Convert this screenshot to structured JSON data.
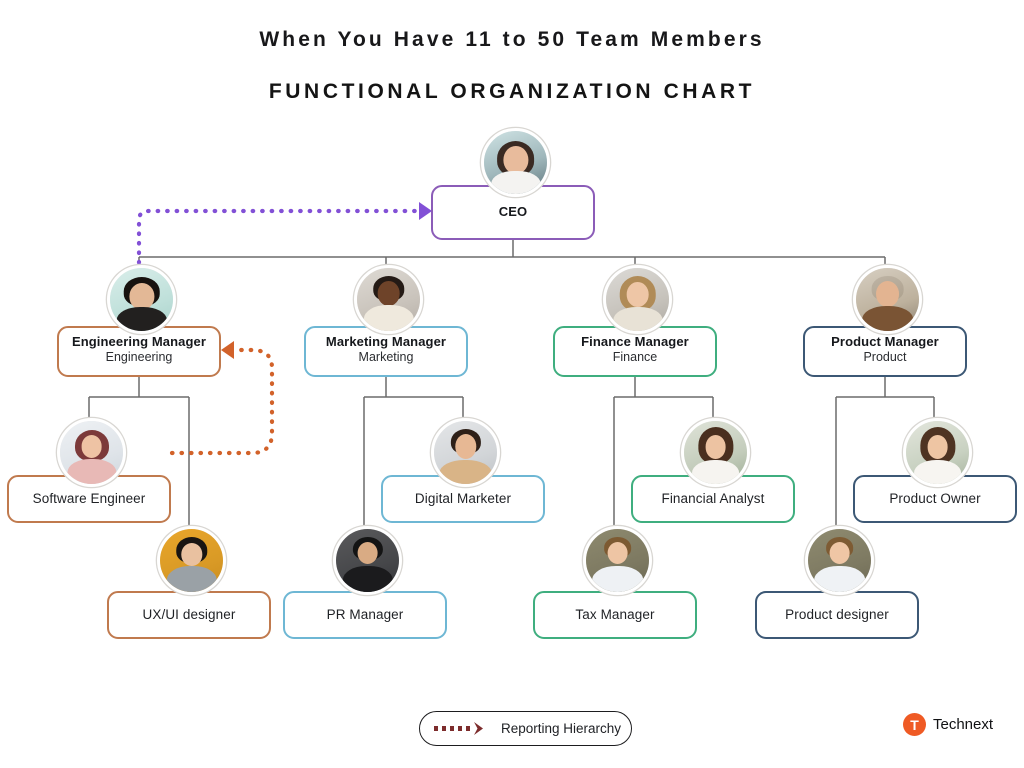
{
  "headings": {
    "line1": "When You Have 11 to 50 Team Members",
    "line2": "FUNCTIONAL ORGANIZATION CHART"
  },
  "legend": {
    "label": "Reporting Hierarchy",
    "arrow_color": "#7d2c2c",
    "icon": "dotted-arrow-icon"
  },
  "brand": {
    "mark_letter": "T",
    "name": "Technext",
    "mark_color": "#ef5a24"
  },
  "colors": {
    "ceo_border": "#8b5cb8",
    "engineering_border": "#c07a4e",
    "marketing_border": "#6eb7d4",
    "finance_border": "#3fae7f",
    "product_border": "#3c5875",
    "connector_line": "#6b6b6b",
    "purple_arrow": "#8250d6",
    "orange_arrow": "#d2622a"
  },
  "nodes": {
    "ceo": {
      "title": "CEO",
      "subtitle": "",
      "border": "#8b5cb8"
    },
    "engineering_manager": {
      "title": "Engineering Manager",
      "subtitle": "Engineering",
      "border": "#c07a4e"
    },
    "marketing_manager": {
      "title": "Marketing Manager",
      "subtitle": "Marketing",
      "border": "#6eb7d4"
    },
    "finance_manager": {
      "title": "Finance Manager",
      "subtitle": "Finance",
      "border": "#3fae7f"
    },
    "product_manager": {
      "title": "Product Manager",
      "subtitle": "Product",
      "border": "#3c5875"
    },
    "software_engineer": {
      "title": "Software Engineer",
      "subtitle": "",
      "border": "#c07a4e"
    },
    "ux_ui_designer": {
      "title": "UX/UI designer",
      "subtitle": "",
      "border": "#c07a4e"
    },
    "digital_marketer": {
      "title": "Digital Marketer",
      "subtitle": "",
      "border": "#6eb7d4"
    },
    "pr_manager": {
      "title": "PR Manager",
      "subtitle": "",
      "border": "#6eb7d4"
    },
    "financial_analyst": {
      "title": "Financial Analyst",
      "subtitle": "",
      "border": "#3fae7f"
    },
    "tax_manager": {
      "title": "Tax Manager",
      "subtitle": "",
      "border": "#3fae7f"
    },
    "product_owner": {
      "title": "Product Owner",
      "subtitle": "",
      "border": "#3c5875"
    },
    "product_designer": {
      "title": "Product designer",
      "subtitle": "",
      "border": "#3c5875"
    }
  },
  "chart_data": {
    "type": "diagram",
    "title": "FUNCTIONAL ORGANIZATION CHART",
    "subtitle": "When You Have 11 to 50 Team Members",
    "root": "CEO",
    "levels": 3,
    "hierarchy": [
      {
        "name": "CEO",
        "department": "",
        "children": [
          {
            "name": "Engineering Manager",
            "department": "Engineering",
            "children": [
              {
                "name": "Software Engineer",
                "department": ""
              },
              {
                "name": "UX/UI designer",
                "department": ""
              }
            ]
          },
          {
            "name": "Marketing Manager",
            "department": "Marketing",
            "children": [
              {
                "name": "Digital Marketer",
                "department": ""
              },
              {
                "name": "PR Manager",
                "department": ""
              }
            ]
          },
          {
            "name": "Finance Manager",
            "department": "Finance",
            "children": [
              {
                "name": "Financial Analyst",
                "department": ""
              },
              {
                "name": "Tax Manager",
                "department": ""
              }
            ]
          },
          {
            "name": "Product Manager",
            "department": "Product",
            "children": [
              {
                "name": "Product Owner",
                "department": ""
              },
              {
                "name": "Product designer",
                "department": ""
              }
            ]
          }
        ]
      }
    ],
    "annotations": [
      {
        "type": "dotted-arrow",
        "from": "Engineering Manager",
        "to": "CEO",
        "color": "#8250d6"
      },
      {
        "type": "dotted-arrow",
        "from": "Software Engineer",
        "to": "Engineering Manager",
        "color": "#d2622a"
      }
    ],
    "legend_entries": [
      {
        "label": "Reporting Hierarchy",
        "style": "dotted-arrow"
      }
    ]
  }
}
